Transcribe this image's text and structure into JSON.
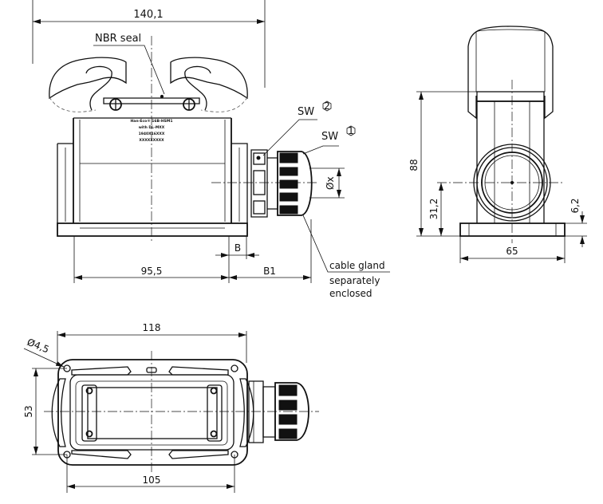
{
  "drawing": {
    "front_view": {
      "width_label": "140,1",
      "seal_label": "NBR seal",
      "product_marking": [
        "Han-Eco® 16B-HSM1",
        "with DL-MXX",
        "1940X16XXX",
        "XXXXXXXXX"
      ],
      "sw2_label": "SW",
      "sw2_number": "2",
      "sw1_label": "SW",
      "sw1_number": "1",
      "diameter_label": "Øx",
      "dim_b": "B",
      "dim_95_5": "95,5",
      "dim_b1": "B1",
      "gland_note": [
        "cable gland",
        "separately",
        "enclosed"
      ]
    },
    "side_view": {
      "height_label": "88",
      "center_height_label": "31,2",
      "base_thickness_label": "6,2",
      "width_label": "65"
    },
    "top_view": {
      "overall_label": "118",
      "hole_label": "Ø4,5",
      "height_label": "53",
      "hole_spacing_label": "105"
    }
  }
}
